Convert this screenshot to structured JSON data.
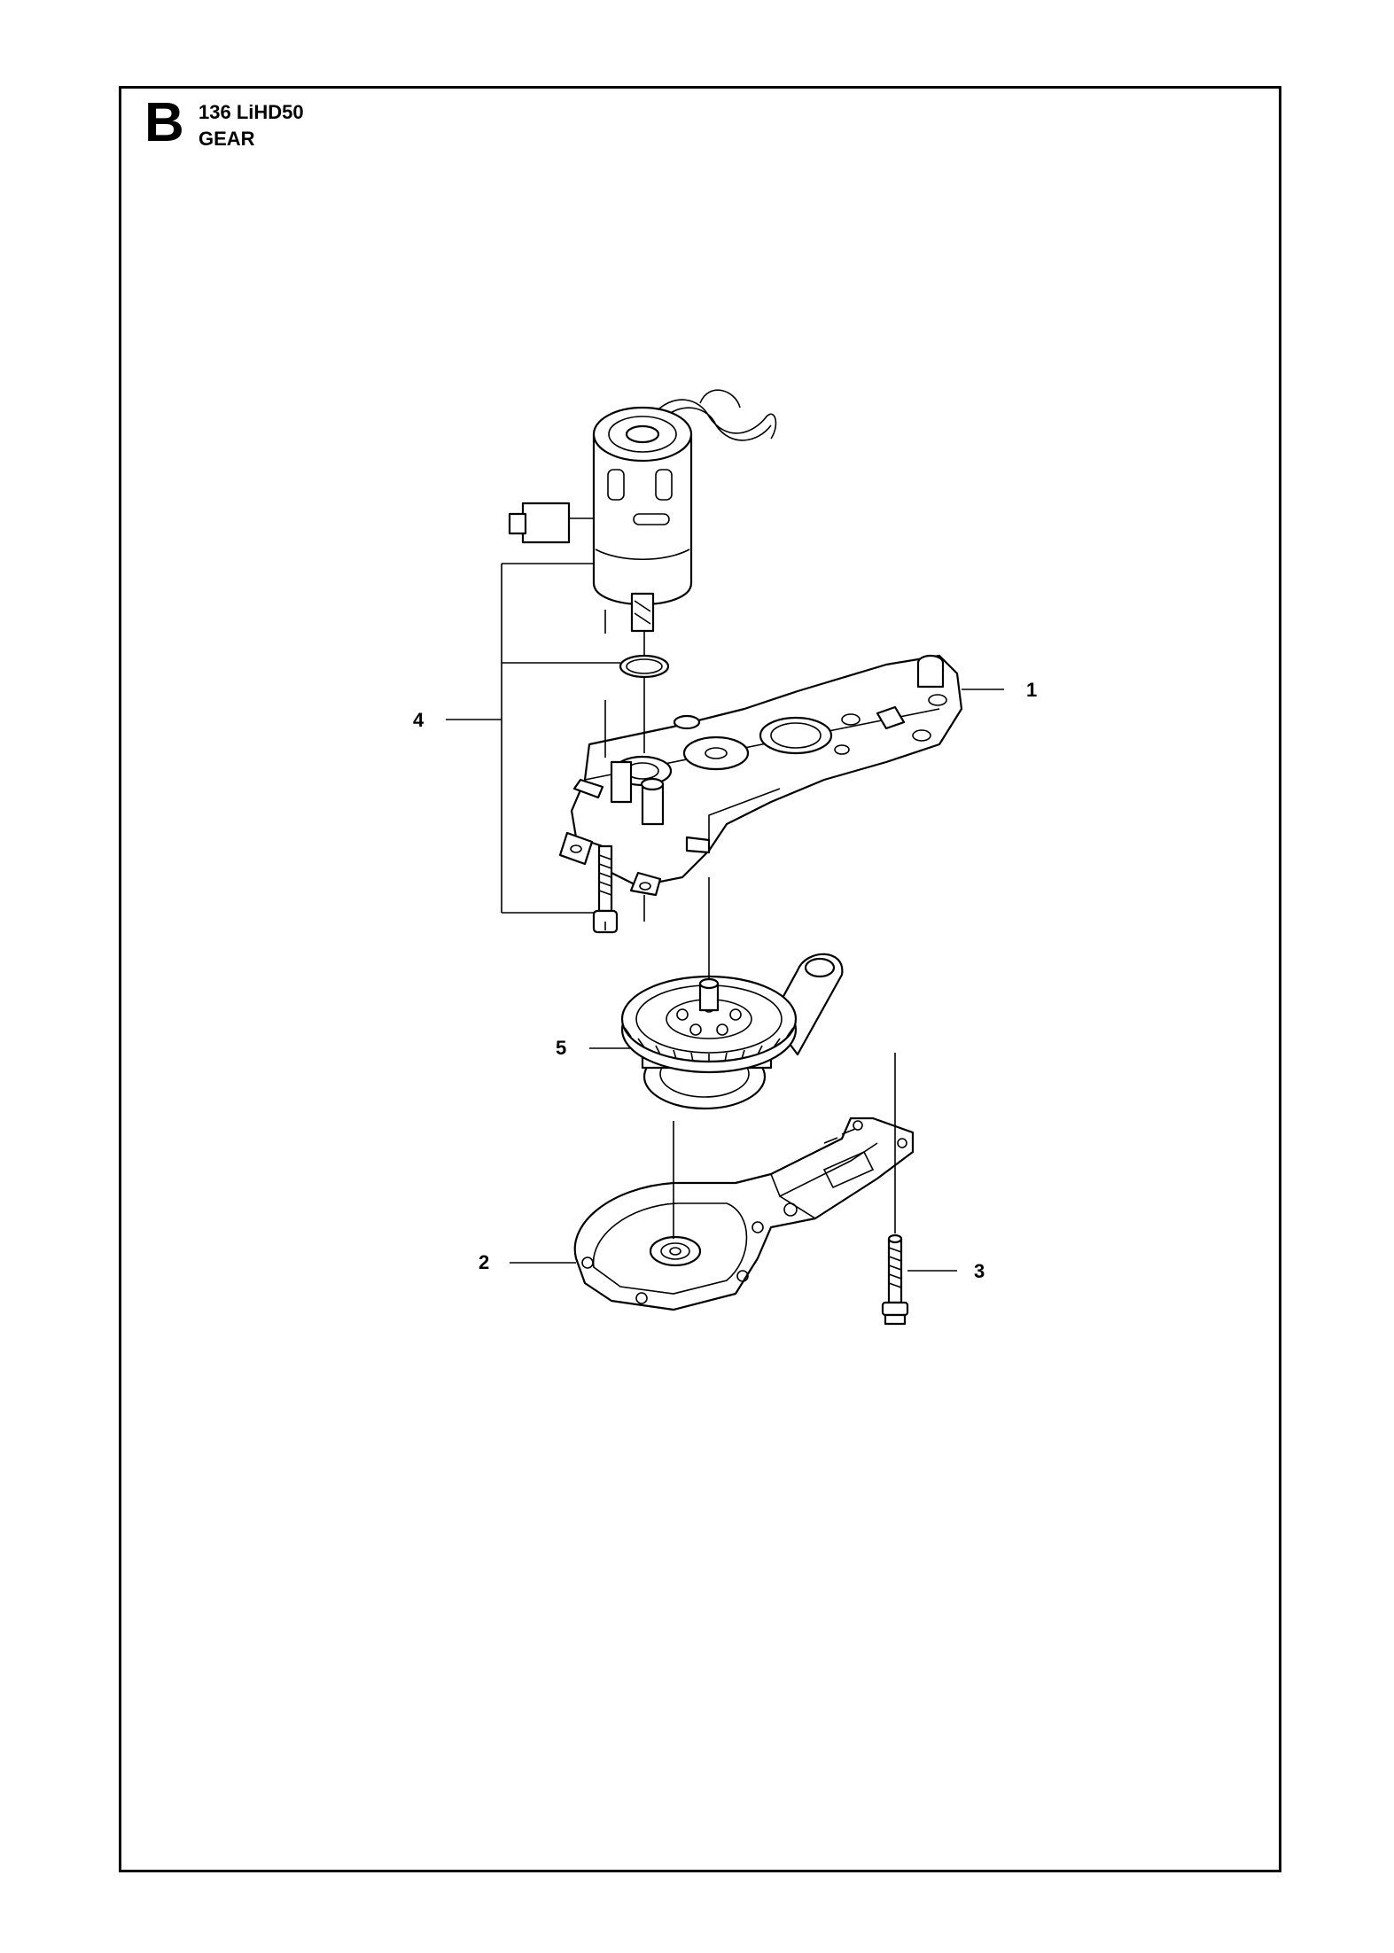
{
  "header": {
    "section_letter": "B",
    "model": "136 LiHD50",
    "title": "GEAR"
  },
  "callouts": [
    {
      "id": "1",
      "label": "1"
    },
    {
      "id": "2",
      "label": "2"
    },
    {
      "id": "3",
      "label": "3"
    },
    {
      "id": "4",
      "label": "4"
    },
    {
      "id": "5",
      "label": "5"
    }
  ]
}
